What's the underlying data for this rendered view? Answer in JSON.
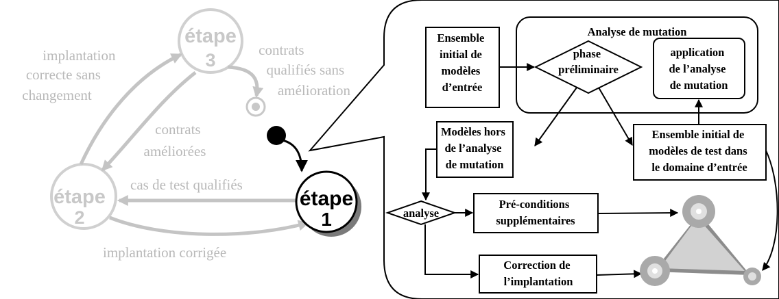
{
  "colors": {
    "faded": "#c4c4c4",
    "faded_text": "#b9b9b9",
    "ink": "#000000",
    "shadow": "#7a7a7a",
    "triangle_fill": "#d2d2d2",
    "triangle_edge": "#8c8c8c",
    "node_outer": "#a9a9a9",
    "node_inner": "#e0e0e0"
  },
  "cycle": {
    "stage1": {
      "word": "étape",
      "number": "1"
    },
    "stage2": {
      "word": "étape",
      "number": "2"
    },
    "stage3": {
      "word": "étape",
      "number": "3"
    },
    "edge_labels": {
      "s2_to_s3": [
        "implantation",
        "correcte sans",
        "changement"
      ],
      "s3_to_end": [
        "contrats",
        "qualifiés sans",
        "amélioration"
      ],
      "s3_to_s2": [
        "contrats",
        "améliorées"
      ],
      "s1_to_s2": "cas de test qualifiés",
      "s2_to_s1": "implantation corrigée"
    }
  },
  "detail": {
    "mutation_group_title": "Analyse de mutation",
    "initial_models": [
      "Ensemble",
      "initial de",
      "modèles",
      "d’entrée"
    ],
    "preliminary_phase": [
      "phase",
      "préliminaire"
    ],
    "apply_mutation": [
      "application",
      "de l’analyse",
      "de mutation"
    ],
    "models_outside": [
      "Modèles hors",
      "de l’analyse",
      "de mutation"
    ],
    "initial_test_models": [
      "Ensemble initial de",
      "modèles de test dans",
      "le domaine d’entrée"
    ],
    "analysis": "analyse",
    "preconditions": [
      "Pré-conditions",
      "supplémentaires"
    ],
    "correction": [
      "Correction de",
      "l’implantation"
    ]
  }
}
